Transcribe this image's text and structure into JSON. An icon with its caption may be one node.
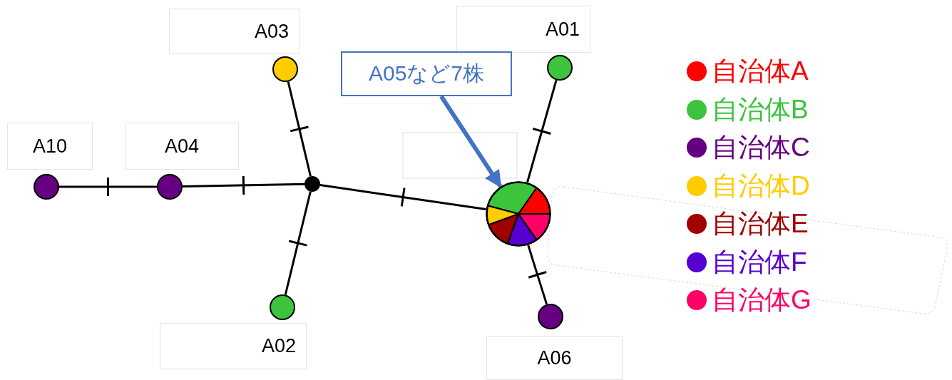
{
  "diagram": {
    "nodes": [
      {
        "text": [],
        "shape": "circle",
        "beside": [
          "A03"
        ]
      },
      {
        "text": [],
        "shape": "circle",
        "beside": [
          "A01"
        ]
      },
      {
        "text": [
          "A05など7株"
        ]
      },
      {
        "text": [],
        "shape": "circle",
        "beside": [
          "A10"
        ]
      },
      {
        "text": [],
        "shape": "circle",
        "beside": [
          "A04"
        ]
      },
      {
        "text": [],
        "shape": "circle"
      },
      {
        "text": [],
        "shape": "circle"
      },
      {
        "text": [],
        "shape": "circle",
        "beside": [
          "A02"
        ]
      },
      {
        "text": [],
        "shape": "circle",
        "beside": [
          "A06"
        ]
      }
    ],
    "edges": [
      {
        "from": 3,
        "to": 4,
        "arrow": "none"
      },
      {
        "from": 4,
        "to": 5,
        "arrow": "none"
      },
      {
        "from": 5,
        "to": 0,
        "arrow": "none"
      },
      {
        "from": 5,
        "to": 7,
        "arrow": "none"
      },
      {
        "from": 5,
        "to": 6,
        "arrow": "none"
      },
      {
        "from": 6,
        "to": 1,
        "arrow": "none"
      },
      {
        "from": 6,
        "to": 8,
        "arrow": "none"
      },
      {
        "from": 2,
        "to": 6,
        "arrow": "to",
        "style": "thick",
        "color": "#4472c4"
      }
    ],
    "legend": [
      {
        "text": "自治体A",
        "color": "#ff0000"
      },
      {
        "text": "自治体B",
        "color": "#3cc43c"
      },
      {
        "text": "自治体C",
        "color": "#660080"
      },
      {
        "text": "自治体D",
        "color": "#ffcc00"
      },
      {
        "text": "自治体E",
        "color": "#a00000"
      },
      {
        "text": "自治体F",
        "color": "#5500d0"
      },
      {
        "text": "自治体G",
        "color": "#ff0066"
      }
    ]
  }
}
